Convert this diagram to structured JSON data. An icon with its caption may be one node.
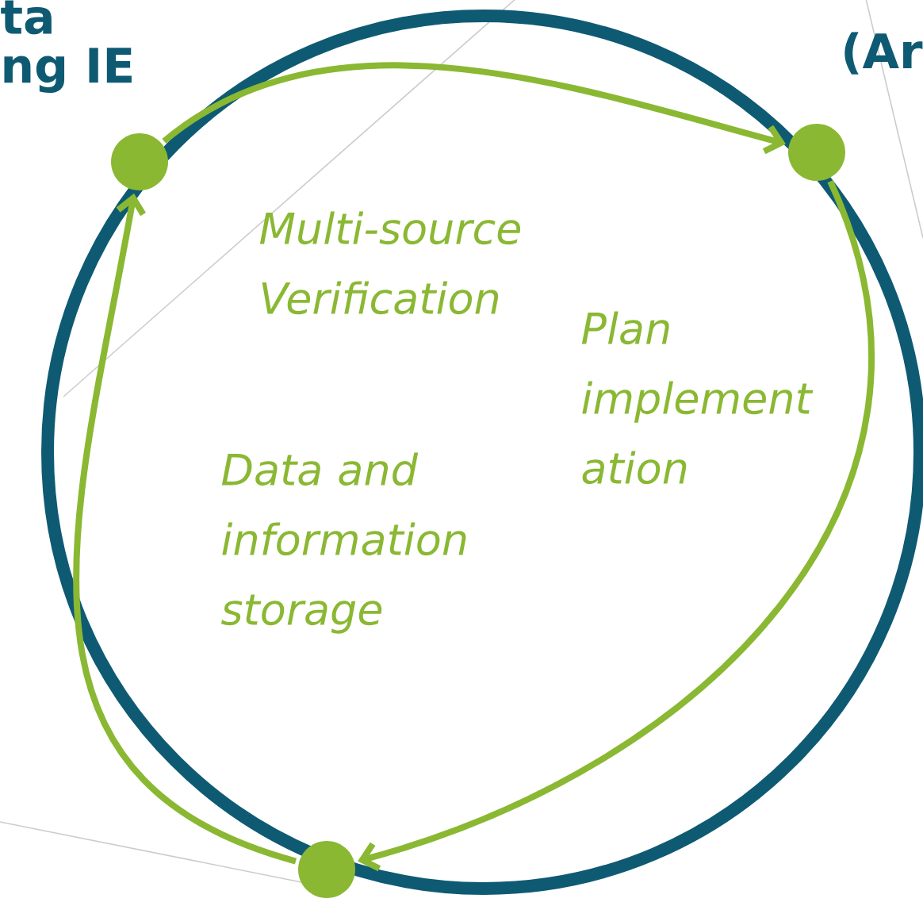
{
  "diagram": {
    "nodes": [
      {
        "text": [],
        "shape": "circle"
      },
      {
        "text": [],
        "shape": "circle"
      },
      {
        "text": [],
        "shape": "circle"
      }
    ],
    "edges": [
      {
        "from": 0,
        "to": 1,
        "arrow": "to",
        "label": "Multi-source Verification"
      },
      {
        "from": 1,
        "to": 2,
        "arrow": "to",
        "label": "Plan implement ation"
      },
      {
        "from": 2,
        "to": 0,
        "arrow": "to",
        "label": "Data and information storage"
      }
    ],
    "labels": [
      "ta",
      "ng IE",
      "(Ar"
    ]
  }
}
